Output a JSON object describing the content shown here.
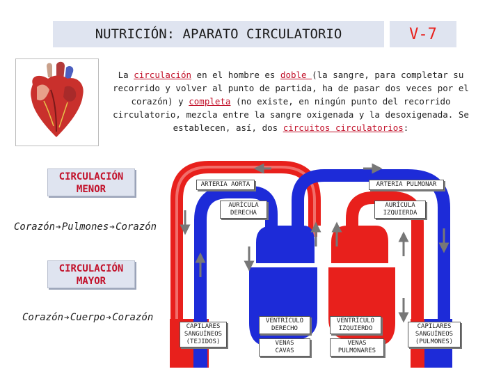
{
  "header": {
    "title": "NUTRICIÓN: APARATO CIRCULATORIO",
    "code": "V-7"
  },
  "intro": {
    "parts": [
      {
        "text": "La ",
        "hl": false
      },
      {
        "text": "circulación",
        "hl": true
      },
      {
        "text": " en el hombre es ",
        "hl": false
      },
      {
        "text": "doble ",
        "hl": true
      },
      {
        "text": "(la sangre, para completar su recorrido y volver al punto de partida, ha de pasar dos veces por el corazón) y ",
        "hl": false
      },
      {
        "text": "completa",
        "hl": true
      },
      {
        "text": " (no existe, en ningún punto del recorrido circulatorio, mezcla entre la sangre oxigenada y la desoxigenada. Se establecen, así, dos ",
        "hl": false
      },
      {
        "text": "circuitos circulatorios",
        "hl": true
      },
      {
        "text": ":",
        "hl": false
      }
    ]
  },
  "menor": {
    "title_line1": "CIRCULACIÓN",
    "title_line2": "MENOR",
    "flow": [
      "Corazón",
      "Pulmones",
      "Corazón"
    ]
  },
  "mayor": {
    "title_line1": "CIRCULACIÓN",
    "title_line2": "MAYOR",
    "flow": [
      "Corazón",
      "Cuerpo",
      "Corazón"
    ]
  },
  "diagram": {
    "arteria_aorta": "ARTERIA AORTA",
    "arteria_pulmonar": "ARTERIA PULMONAR",
    "auricula_derecha_1": "AURÍCULA",
    "auricula_derecha_2": "DERECHA",
    "auricula_izquierda_1": "AURÍCULA",
    "auricula_izquierda_2": "IZQUIERDA",
    "capilares_tejidos_1": "CAPILARES",
    "capilares_tejidos_2": "SANGUÍNEOS",
    "capilares_tejidos_3": "(TEJIDOS)",
    "ventriculo_derecho_1": "VENTRÍCULO",
    "ventriculo_derecho_2": "DERECHO",
    "ventriculo_izquierdo_1": "VENTRÍCULO",
    "ventriculo_izquierdo_2": "IZQUIERDO",
    "venas_cavas_1": "VENAS",
    "venas_cavas_2": "CAVAS",
    "venas_pulmonares_1": "VENAS",
    "venas_pulmonares_2": "PULMONARES",
    "capilares_pulmones_1": "CAPILARES",
    "capilares_pulmones_2": "SANGUÍNEOS",
    "capilares_pulmones_3": "(PULMONES)"
  },
  "colors": {
    "oxygenated": "#e8201c",
    "deoxygenated": "#1d2bd8",
    "highlight": "#c2112a",
    "box": "#dfe4f0"
  }
}
